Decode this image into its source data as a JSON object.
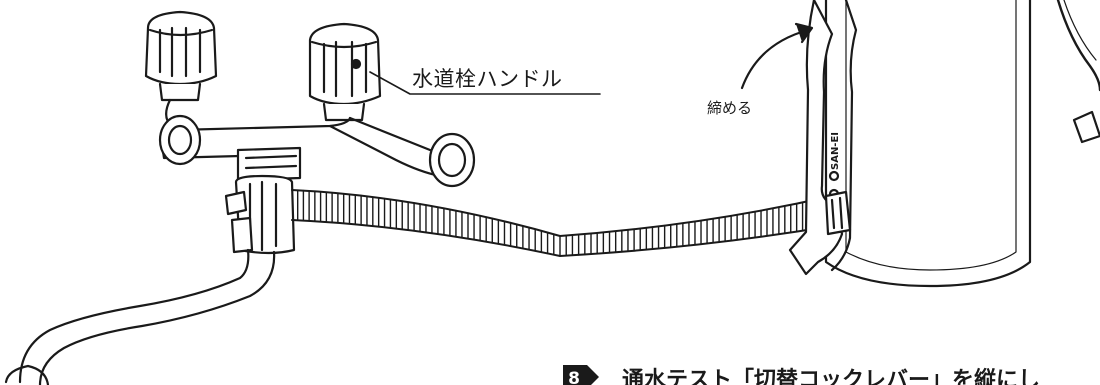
{
  "labels": {
    "faucet_handle": "水道栓ハンドル",
    "tighten": "締める"
  },
  "wrench": {
    "brand": "SAN-EI"
  },
  "step": {
    "number": "8",
    "text": "通水テスト「切替コックレバー」を縦にし"
  },
  "colors": {
    "line": "#1a1a1a",
    "background": "#ffffff",
    "badge": "#1a1a1a"
  }
}
